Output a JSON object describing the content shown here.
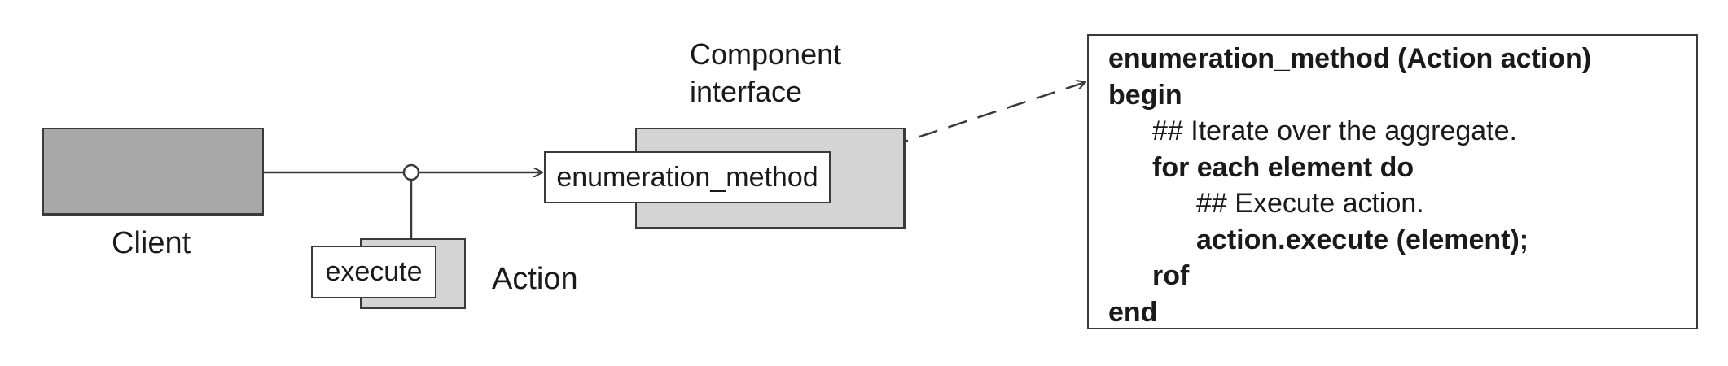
{
  "diagram": {
    "client": {
      "label": "Client"
    },
    "action": {
      "label": "Action",
      "operation": "execute"
    },
    "component": {
      "label_lines": [
        "Component",
        "interface"
      ],
      "method": "enumeration_method"
    },
    "code": {
      "lines": [
        {
          "text": "enumeration_method (Action action)",
          "bold": true,
          "indent": 0
        },
        {
          "text": "begin",
          "bold": true,
          "indent": 0
        },
        {
          "text": "## Iterate over the aggregate.",
          "bold": false,
          "indent": 1
        },
        {
          "text": "for each element do",
          "bold": true,
          "indent": 1
        },
        {
          "text": "## Execute action.",
          "bold": false,
          "indent": 2
        },
        {
          "text": "action.execute (element);",
          "bold": true,
          "indent": 2
        },
        {
          "text": "rof",
          "bold": true,
          "indent": 1
        },
        {
          "text": "end",
          "bold": true,
          "indent": 0
        }
      ]
    }
  },
  "colors": {
    "line": "#3a3a3a",
    "client_fill": "#a8a8a8",
    "shadow_fill": "#d4d4d4",
    "box_fill": "#ffffff"
  }
}
